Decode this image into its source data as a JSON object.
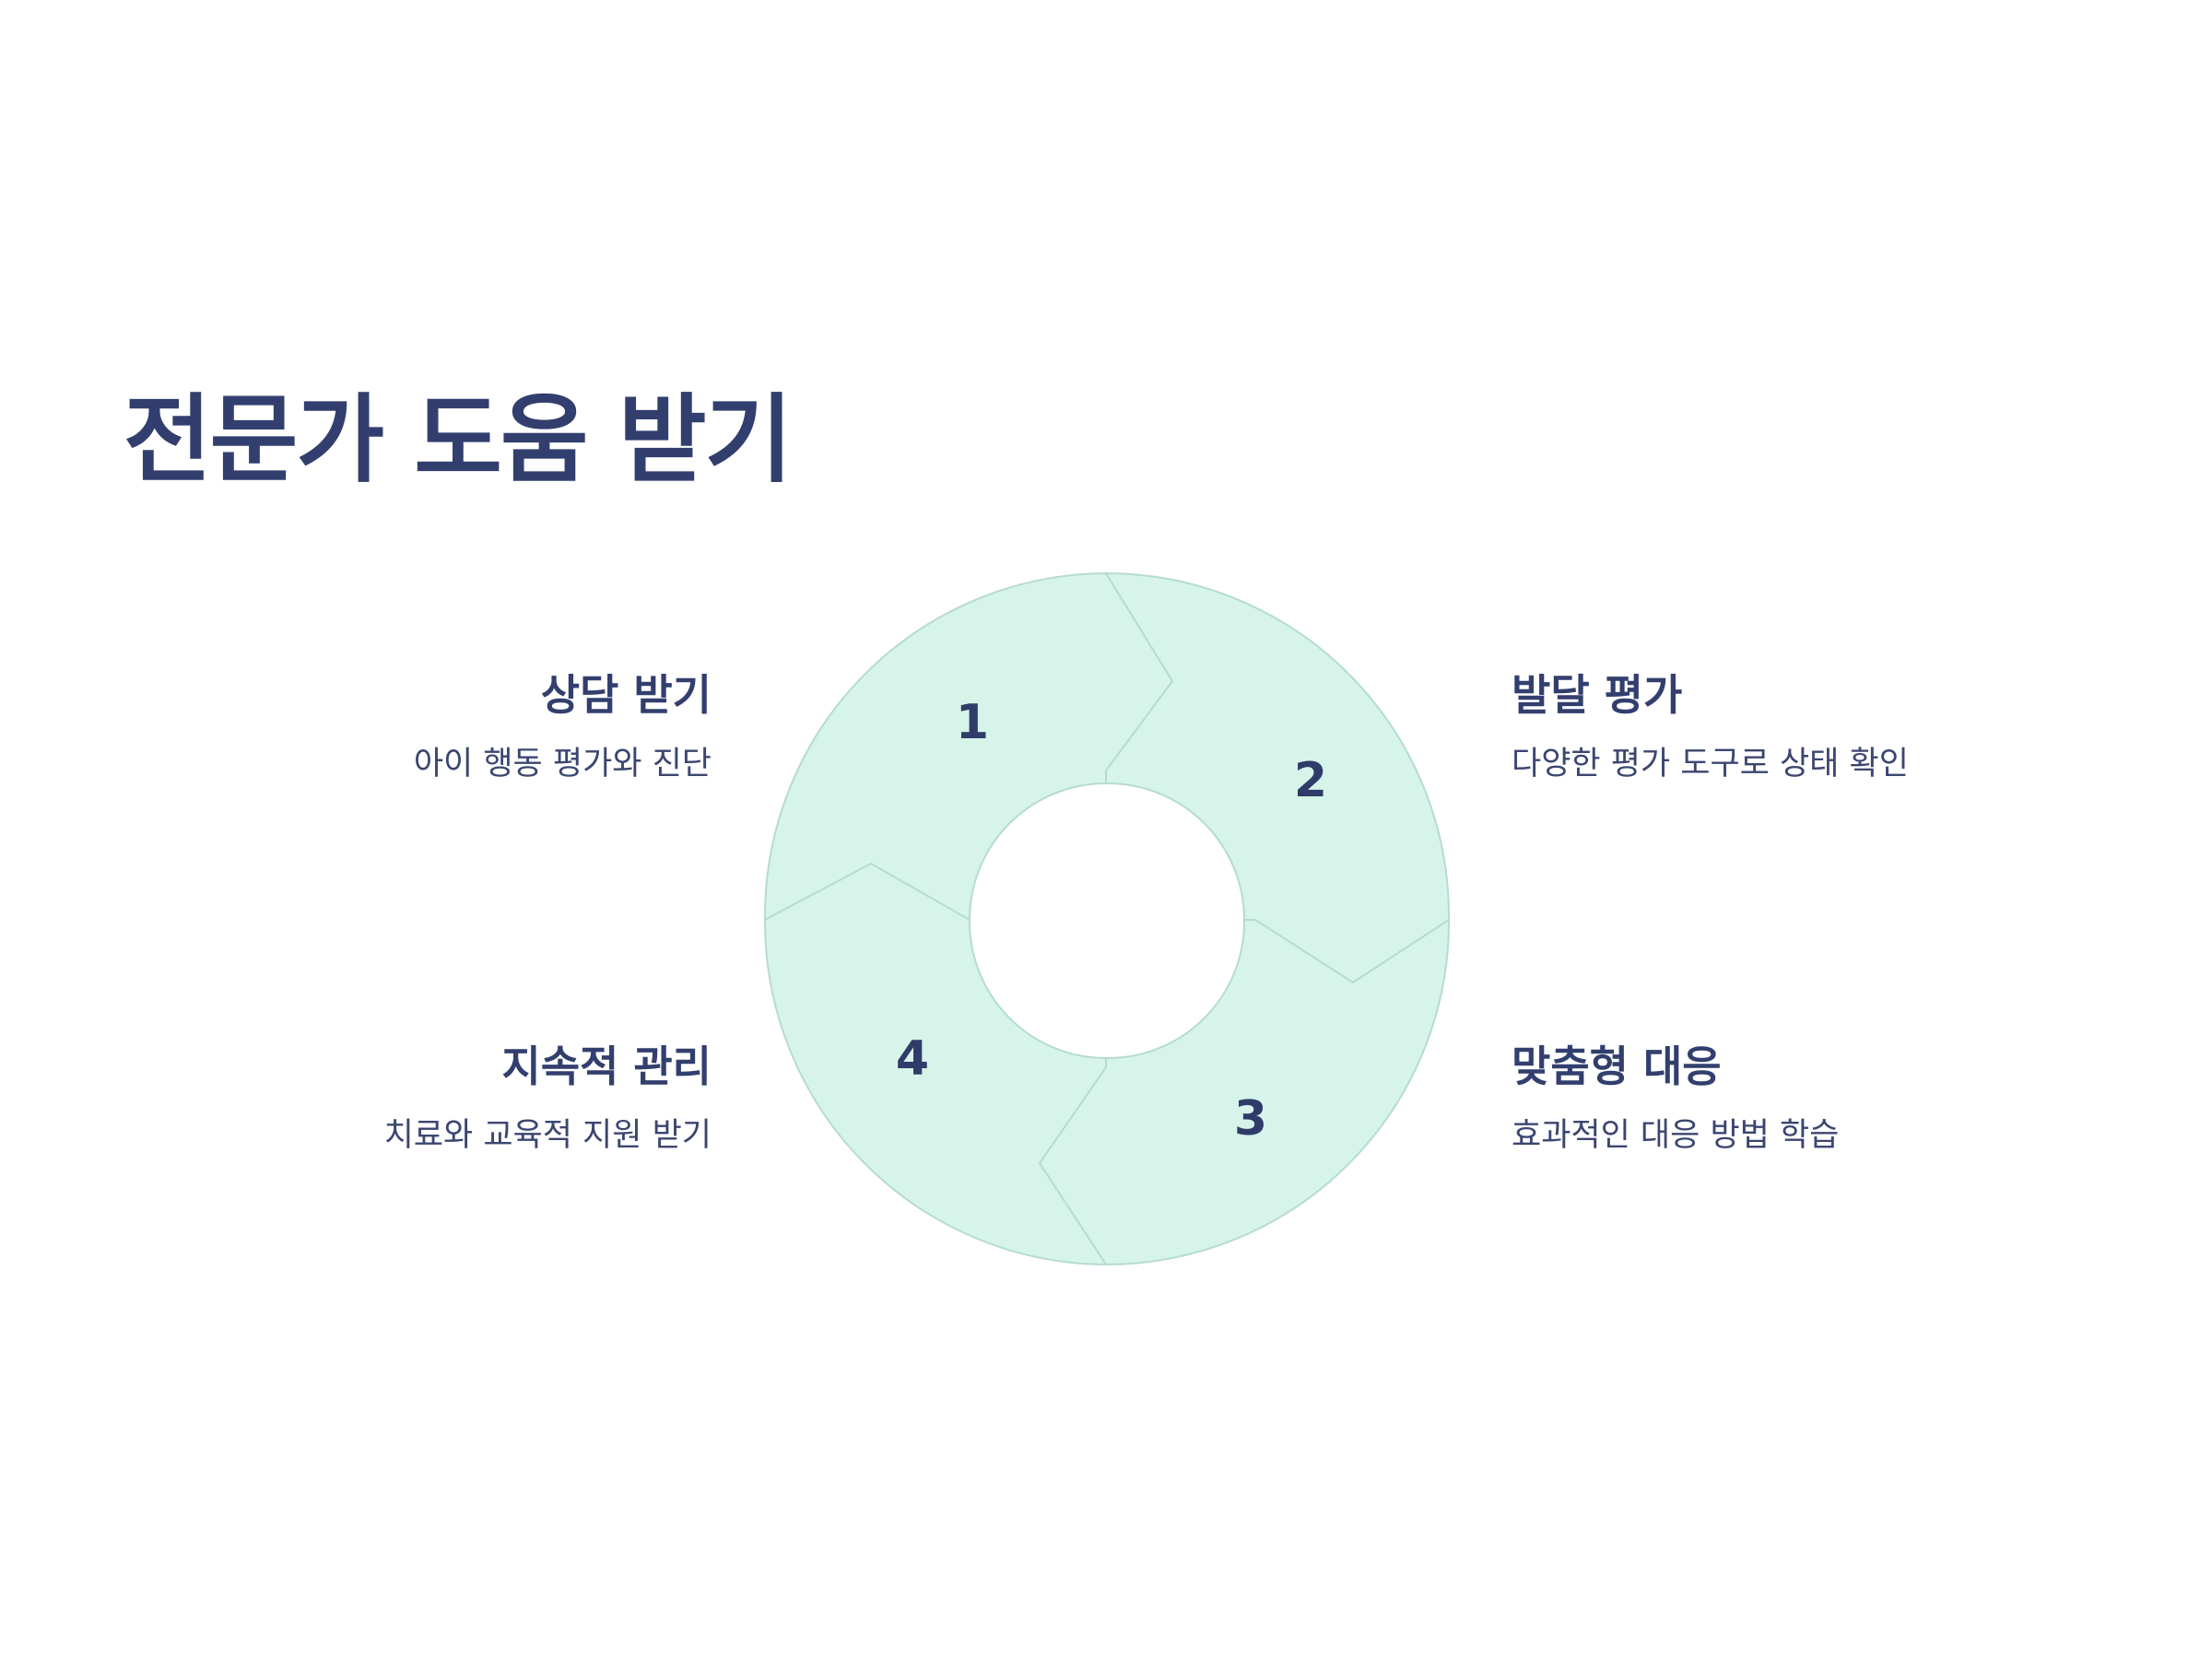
{
  "title": "전문가 도움 받기",
  "colors": {
    "segment_fill": "#d6f4ea",
    "segment_stroke": "#b6dccd",
    "text": "#323f6e"
  },
  "steps": [
    {
      "number": "1",
      "heading": "상담 받기",
      "description": "아이 행동 평가와 진단"
    },
    {
      "number": "2",
      "heading": "발달 평가",
      "description": "다양한 평가 도구로 상태 확인"
    },
    {
      "number": "3",
      "heading": "맞춤형 대응",
      "description": "효과적인 대응 방법 학습"
    },
    {
      "number": "4",
      "heading": "지속적 관리",
      "description": "치료와 교육적 지원 받기"
    }
  ]
}
